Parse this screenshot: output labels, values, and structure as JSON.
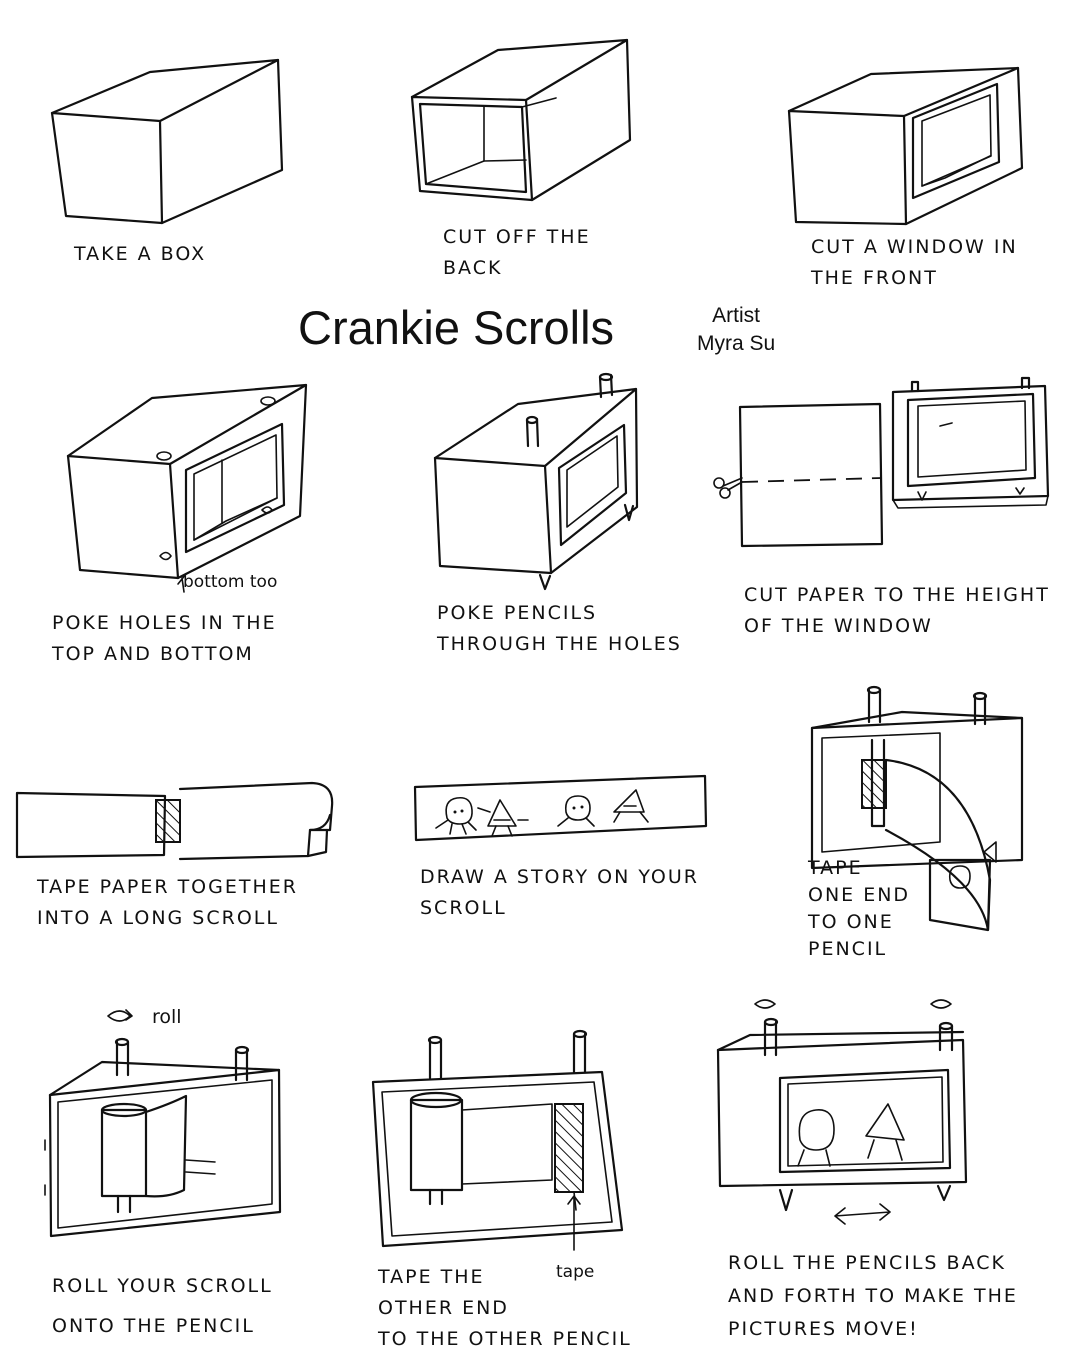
{
  "title": "Crankie Scrolls",
  "artist": {
    "label": "Artist",
    "name": "Myra Su"
  },
  "steps": [
    {
      "lines": [
        "TAKE A BOX"
      ]
    },
    {
      "lines": [
        "CUT OFF THE",
        "BACK"
      ]
    },
    {
      "lines": [
        "CUT A WINDOW IN",
        "THE FRONT"
      ]
    },
    {
      "lines": [
        "POKE HOLES IN THE",
        "TOP AND BOTTOM"
      ],
      "note": "bottom too"
    },
    {
      "lines": [
        "POKE PENCILS",
        "THROUGH THE HOLES"
      ]
    },
    {
      "lines": [
        "CUT PAPER TO THE HEIGHT",
        "OF THE WINDOW"
      ]
    },
    {
      "lines": [
        "TAPE PAPER TOGETHER",
        "INTO A LONG SCROLL"
      ]
    },
    {
      "lines": [
        "DRAW A STORY ON YOUR",
        "SCROLL"
      ]
    },
    {
      "lines": [
        "TAPE",
        "ONE END",
        "TO ONE",
        "PENCIL"
      ]
    },
    {
      "lines": [
        "ROLL YOUR SCROLL",
        "ONTO THE PENCIL"
      ],
      "note": "roll"
    },
    {
      "lines": [
        "TAPE THE",
        "OTHER END",
        "TO THE OTHER PENCIL"
      ],
      "note": "tape"
    },
    {
      "lines": [
        "ROLL THE PENCILS BACK",
        "AND FORTH TO MAKE THE",
        "PICTURES MOVE!"
      ]
    }
  ]
}
